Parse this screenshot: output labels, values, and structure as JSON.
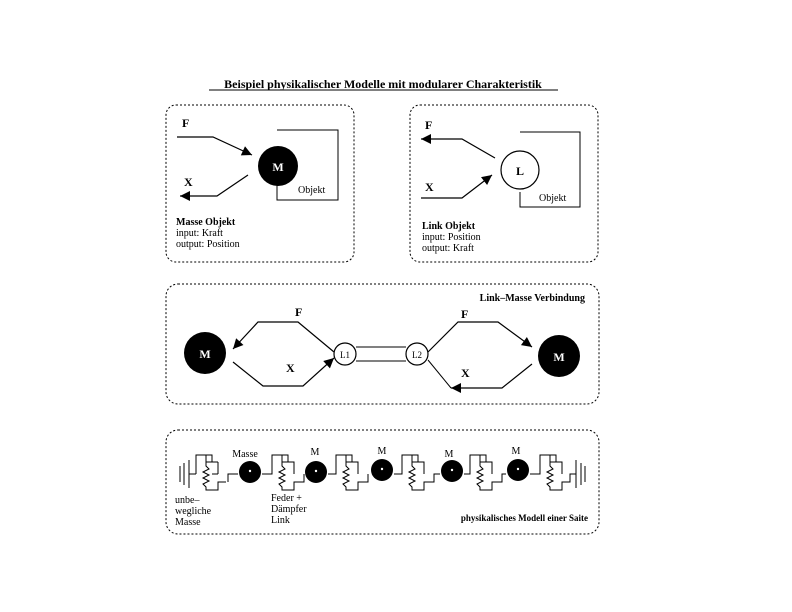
{
  "title": "Beispiel physikalischer Modelle mit modularer Charakteristik",
  "panel_mass": {
    "f_label": "F",
    "x_label": "X",
    "node_label": "M",
    "object_label": "Objekt",
    "caption_title": "Masse Objekt",
    "caption_input": "input: Kraft",
    "caption_output": "output: Position"
  },
  "panel_link": {
    "f_label": "F",
    "x_label": "X",
    "node_label": "L",
    "object_label": "Objekt",
    "caption_title": "Link Objekt",
    "caption_input": "input: Position",
    "caption_output": "output: Kraft"
  },
  "panel_connection": {
    "title": "Link–Masse Verbindung",
    "left_mass": "M",
    "right_mass": "M",
    "link1": "L1",
    "link2": "L2",
    "f_left": "F",
    "x_left": "X",
    "f_right": "F",
    "x_right": "X"
  },
  "panel_string": {
    "mass_label_first": "Masse",
    "mass_labels": [
      "M",
      "M",
      "M",
      "M"
    ],
    "fixed_mass_lines": [
      "unbe–",
      "wegliche",
      "Masse"
    ],
    "spring_lines": [
      "Feder +",
      "Dämpfer",
      "Link"
    ],
    "caption": "physikalisches Modell einer Saite"
  },
  "colors": {
    "ink": "#000000",
    "background": "#ffffff"
  }
}
